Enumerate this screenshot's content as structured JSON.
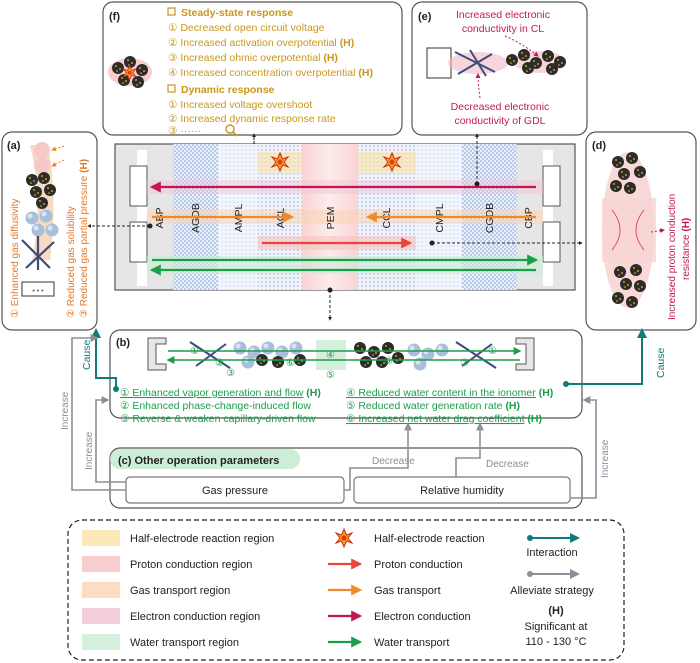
{
  "panel_f": {
    "label": "(f)",
    "steady_header": "Steady-state response",
    "steady_items": [
      "① Decreased open circuit voltage",
      "② Increased activation overpotential",
      "③ Increased ohmic overpotential",
      "④ Increased concentration overpotential"
    ],
    "steady_marks": [
      "",
      "(H)",
      "(H)",
      "(H)"
    ],
    "dynamic_header": "Dynamic response",
    "dynamic_items": [
      "① Increased voltage overshoot",
      "② Increased dynamic response rate",
      "③ ······"
    ]
  },
  "panel_e": {
    "label": "(e)",
    "cl_text": [
      "Increased electronic",
      "conductivity in CL"
    ],
    "gdl_text": [
      "Decreased electronic",
      "conductivity of GDL"
    ]
  },
  "panel_a": {
    "label": "(a)",
    "items": [
      "① Enhanced gas diffusivity",
      "② Reduced gas solubility",
      "③ Reduced gas partial pressure"
    ],
    "mark": "(H)"
  },
  "panel_d": {
    "label": "(d)",
    "text": [
      "Increased proton conduction",
      "resistance"
    ],
    "mark": "(H)"
  },
  "cell": {
    "layers": [
      "ABP",
      "AGDB",
      "AMPL",
      "ACL",
      "PEM",
      "CCL",
      "CMPL",
      "CGDB",
      "CBP"
    ]
  },
  "panel_b": {
    "label": "(b)",
    "left_items": [
      "① Enhanced vapor generation and flow",
      "② Enhanced phase-change-induced flow",
      "③ Reverse & weaken capillary-driven flow"
    ],
    "left_marks": [
      "(H)",
      "",
      ""
    ],
    "right_items": [
      "④ Reduced water content in the ionomer",
      "⑤ Reduced water generation rate",
      "⑥ Increased net water drag coefficient"
    ],
    "right_marks": [
      "(H)",
      "(H)",
      "(H)"
    ],
    "circle_nums": [
      "①",
      "②",
      "③",
      "④",
      "⑤",
      "⑥"
    ]
  },
  "panel_c": {
    "label": "(c) Other operation parameters",
    "gas_pressure": "Gas pressure",
    "relative_humidity": "Relative humidity"
  },
  "arrow_labels": {
    "cause": "Cause",
    "increase": "Increase",
    "decrease": "Decrease"
  },
  "legend": {
    "regions": [
      "Half-electrode reaction region",
      "Proton conduction region",
      "Gas transport region",
      "Electron conduction region",
      "Water transport region"
    ],
    "arrows": [
      "Half-electrode reaction",
      "Proton conduction",
      "Gas transport",
      "Electron conduction",
      "Water transport"
    ],
    "interaction": "Interaction",
    "alleviate": "Alleviate strategy",
    "h_mark": "(H)",
    "h_desc": [
      "Significant at",
      "110 - 130 °C"
    ]
  },
  "colors": {
    "orange_text": "#e07a2e",
    "gold_text": "#c9971a",
    "crimson": "#c2185b",
    "green": "#1a9e4a",
    "teal": "#117a7a",
    "gray": "#8a8f98",
    "red_arrow": "#e8463c",
    "orange_arrow": "#f08a28",
    "magenta_arrow": "#c01656"
  }
}
